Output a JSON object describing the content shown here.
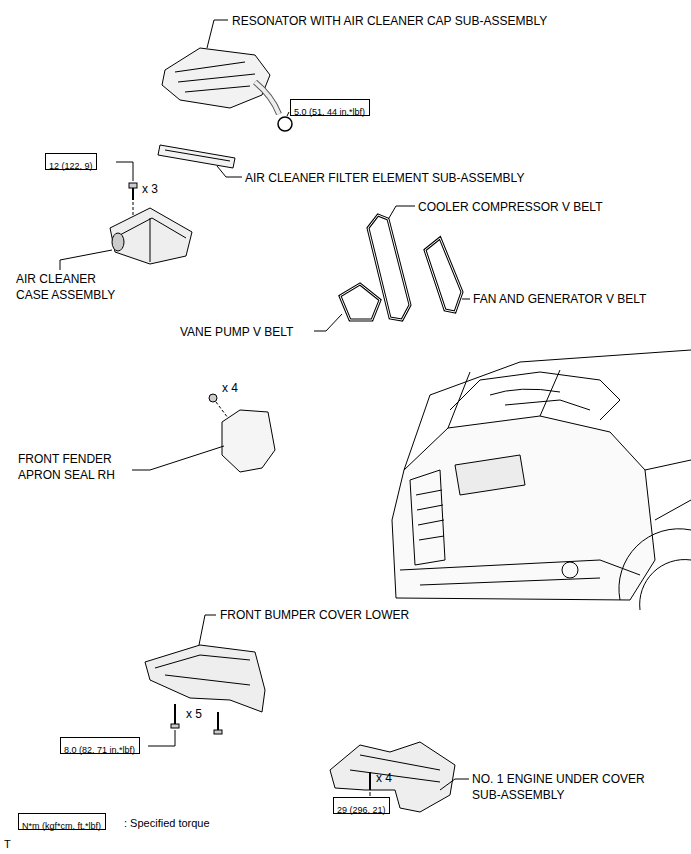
{
  "diagram": {
    "nodes": [
      {
        "text": [
          "5.0 (51, 44 in.*lbf)"
        ]
      },
      {
        "text": [
          "12 (122, 9)"
        ]
      },
      {
        "text": [
          "8.0 (82, 71 in.*lbf)"
        ]
      },
      {
        "text": [
          "29 (296, 21)"
        ]
      },
      {
        "text": [
          "N*m (kgf*cm, ft.*lbf)"
        ]
      }
    ],
    "labels": [
      "RESONATOR WITH AIR CLEANER CAP SUB-ASSEMBLY",
      "x 3",
      "AIR CLEANER FILTER ELEMENT SUB-ASSEMBLY",
      "COOLER COMPRESSOR V BELT",
      "AIR CLEANER CASE ASSEMBLY",
      "FAN AND GENERATOR V BELT",
      "VANE PUMP V BELT",
      "x 4",
      "FRONT FENDER APRON SEAL RH",
      "FRONT BUMPER COVER LOWER",
      "x 5",
      "x 4",
      "NO. 1 ENGINE UNDER COVER SUB-ASSEMBLY",
      ": Specified torque",
      "T"
    ]
  }
}
